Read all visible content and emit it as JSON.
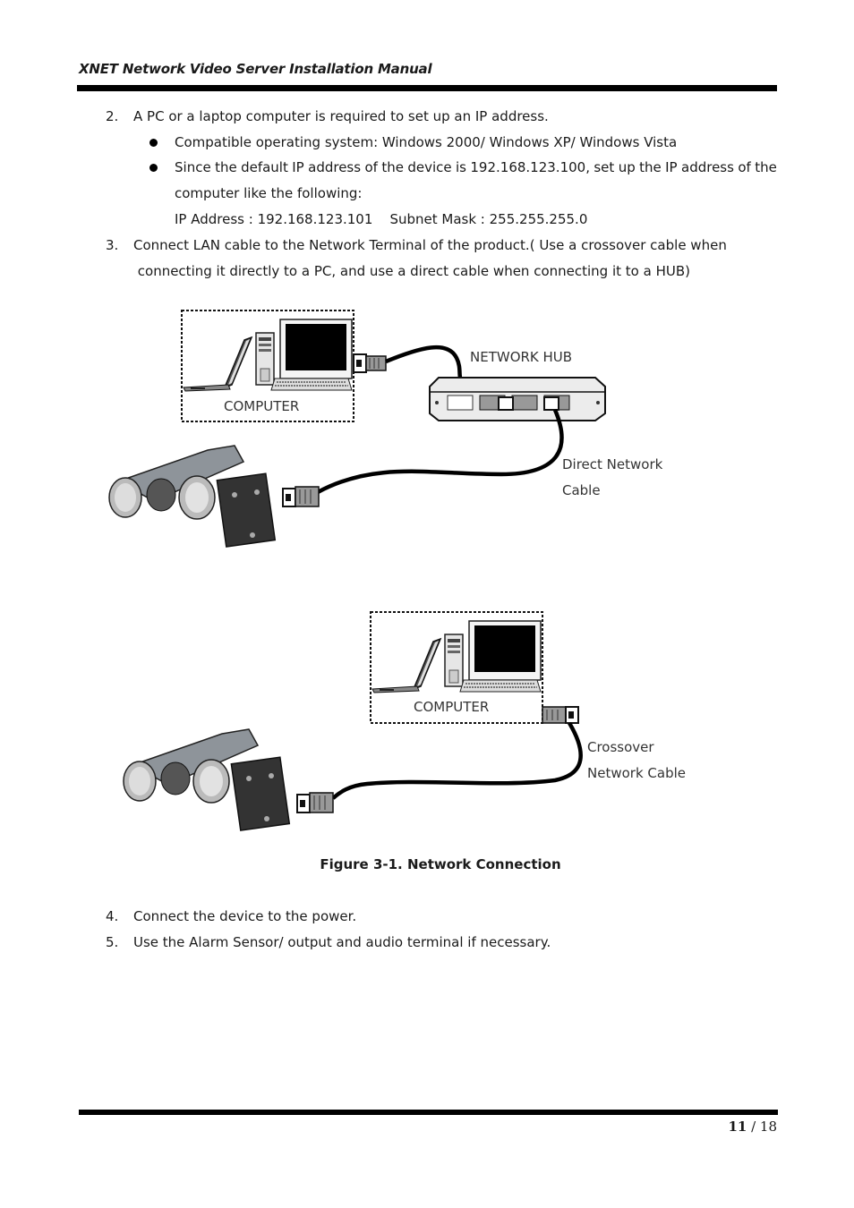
{
  "header": {
    "title": "XNET Network Video Server Installation Manual"
  },
  "steps": [
    {
      "number": "2.",
      "text": "A PC or a laptop computer is required to set up an IP address.",
      "bullets": [
        {
          "text": "Compatible operating system: Windows 2000/ Windows XP/ Windows Vista"
        },
        {
          "line1": "Since the default IP address of the device is 192.168.123.100, set up the IP address of the",
          "line2": "computer like the following:",
          "line3": "IP Address : 192.168.123.101    Subnet Mask : 255.255.255.0"
        }
      ]
    },
    {
      "number": "3.",
      "line1": "Connect LAN cable to the Network Terminal of the product.( Use a crossover cable when",
      "line2": " connecting it directly to a PC, and use a direct cable when connecting it to a HUB)"
    },
    {
      "number": "4.",
      "text": "Connect the device to the power."
    },
    {
      "number": "5.",
      "text": "Use the Alarm Sensor/ output and audio terminal if necessary."
    }
  ],
  "diagram1": {
    "computer_label": "COMPUTER",
    "hub_label": "NETWORK HUB",
    "cable_label_line1": "Direct Network",
    "cable_label_line2": "Cable"
  },
  "diagram2": {
    "computer_label": "COMPUTER",
    "cable_label_line1": "Crossover",
    "cable_label_line2": "Network Cable"
  },
  "figure_caption": "Figure 3-1. Network Connection",
  "footer": {
    "page_current": "11",
    "page_separator": " / ",
    "page_total": "18"
  }
}
